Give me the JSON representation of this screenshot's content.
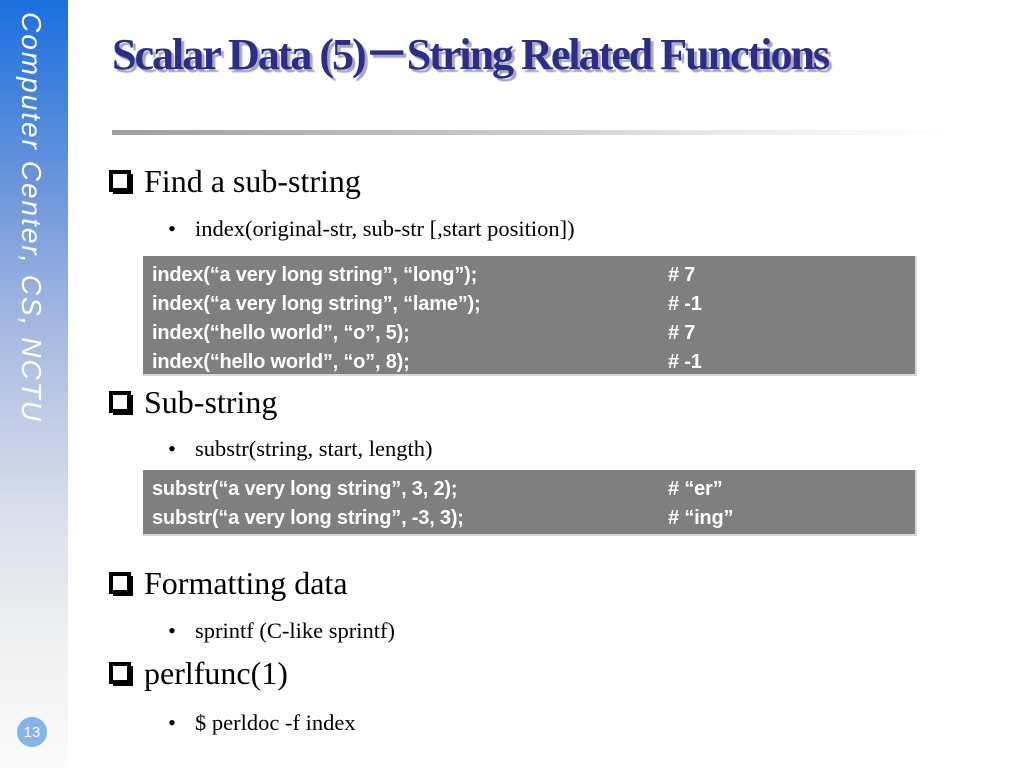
{
  "slide": {
    "title": "Scalar Data (5)－String Related Functions",
    "sidebar_text": "Computer Center, CS, NCTU",
    "page_number": "13"
  },
  "sections": [
    {
      "heading": "Find a sub-string",
      "bullets": [
        "index(original-str, sub-str [,start position])"
      ]
    },
    {
      "heading": "Sub-string",
      "bullets": [
        "substr(string, start, length)"
      ]
    },
    {
      "heading": "Formatting data",
      "bullets": [
        "sprintf (C-like sprintf)"
      ]
    },
    {
      "heading": "perlfunc(1)",
      "bullets": [
        "$ perldoc -f index"
      ]
    }
  ],
  "code_boxes": [
    {
      "lines": [
        {
          "code": "index(“a very long string”, “long”);",
          "comment": "# 7"
        },
        {
          "code": "index(“a very long string”, “lame”);",
          "comment": "# -1"
        },
        {
          "code": "index(“hello world”, “o”, 5);",
          "comment": "# 7"
        },
        {
          "code": "index(“hello world”, “o”, 8);",
          "comment": "# -1"
        }
      ]
    },
    {
      "lines": [
        {
          "code": "substr(“a very long string”, 3, 2);",
          "comment": "# “er”"
        },
        {
          "code": "substr(“a very long string”, -3, 3);",
          "comment": "# “ing”"
        }
      ]
    }
  ],
  "colors": {
    "sidebar_top_blue": "#1B6FDF",
    "title_text": "#2B2E86",
    "title_shadow": "#A8A8BC",
    "code_box_background": "#7F7F7F",
    "code_text": "#FFFFFF",
    "page_badge_background": "#85B3EA",
    "divider_gray": "#9E9E9E"
  }
}
